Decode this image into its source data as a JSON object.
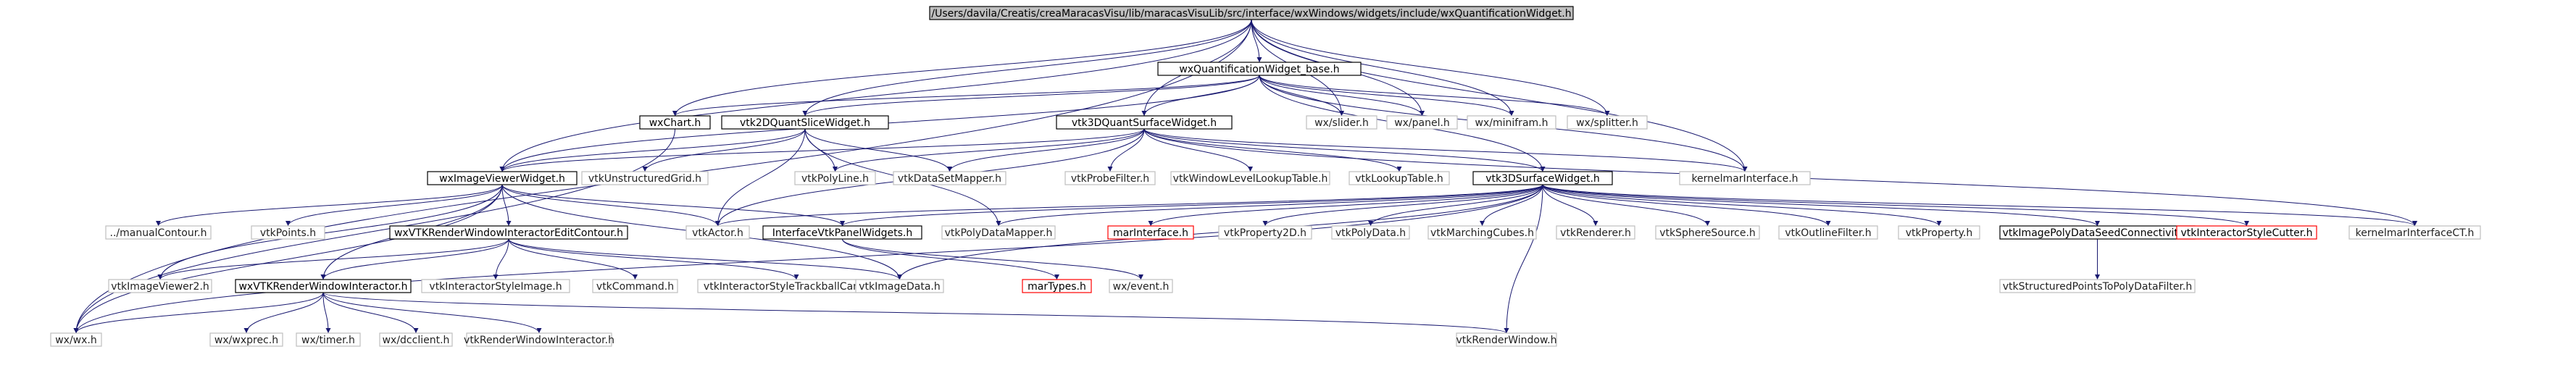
{
  "nodes": [
    {
      "id": "root",
      "label": "/Users/davila/Creatis/creaMaracasVisu/lib/maracasVisuLib/src/interface/wxWindows/widgets/include/wxQuantificationWidget.h",
      "style": "root"
    },
    {
      "id": "base",
      "label": "wxQuantificationWidget_base.h",
      "style": "black"
    },
    {
      "id": "wxchart",
      "label": "wxChart.h",
      "style": "black"
    },
    {
      "id": "slider",
      "label": "wx/slider.h",
      "style": "grey"
    },
    {
      "id": "panel",
      "label": "wx/panel.h",
      "style": "grey"
    },
    {
      "id": "miniframe",
      "label": "wx/minifram.h",
      "style": "grey"
    },
    {
      "id": "splitter",
      "label": "wx/splitter.h",
      "style": "grey"
    },
    {
      "id": "slice",
      "label": "vtk2DQuantSliceWidget.h",
      "style": "black"
    },
    {
      "id": "surface",
      "label": "vtk3DQuantSurfaceWidget.h",
      "style": "black"
    },
    {
      "id": "kernelmar",
      "label": "kernelmarInterface.h",
      "style": "grey"
    },
    {
      "id": "viewer",
      "label": "wxImageViewerWidget.h",
      "style": "black"
    },
    {
      "id": "ugrid",
      "label": "vtkUnstructuredGrid.h",
      "style": "grey"
    },
    {
      "id": "polyline",
      "label": "vtkPolyLine.h",
      "style": "grey"
    },
    {
      "id": "dsmapper",
      "label": "vtkDataSetMapper.h",
      "style": "grey"
    },
    {
      "id": "probe",
      "label": "vtkProbeFilter.h",
      "style": "grey"
    },
    {
      "id": "wllut",
      "label": "vtkWindowLevelLookupTable.h",
      "style": "grey"
    },
    {
      "id": "lut",
      "label": "vtkLookupTable.h",
      "style": "grey"
    },
    {
      "id": "surf3d",
      "label": "vtk3DSurfaceWidget.h",
      "style": "black"
    },
    {
      "id": "manual",
      "label": "../manualContour.h",
      "style": "grey"
    },
    {
      "id": "points",
      "label": "vtkPoints.h",
      "style": "grey"
    },
    {
      "id": "editcontour",
      "label": "wxVTKRenderWindowInteractorEditContour.h",
      "style": "black"
    },
    {
      "id": "actor",
      "label": "vtkActor.h",
      "style": "grey"
    },
    {
      "id": "ivpw",
      "label": "InterfaceVtkPanelWidgets.h",
      "style": "black"
    },
    {
      "id": "pdmapper",
      "label": "vtkPolyDataMapper.h",
      "style": "grey"
    },
    {
      "id": "marinterface",
      "label": "marInterface.h",
      "style": "red"
    },
    {
      "id": "prop2d",
      "label": "vtkProperty2D.h",
      "style": "grey"
    },
    {
      "id": "polydata",
      "label": "vtkPolyData.h",
      "style": "grey"
    },
    {
      "id": "mcubes",
      "label": "vtkMarchingCubes.h",
      "style": "grey"
    },
    {
      "id": "renderer",
      "label": "vtkRenderer.h",
      "style": "grey"
    },
    {
      "id": "sphere",
      "label": "vtkSphereSource.h",
      "style": "grey"
    },
    {
      "id": "outline",
      "label": "vtkOutlineFilter.h",
      "style": "grey"
    },
    {
      "id": "property",
      "label": "vtkProperty.h",
      "style": "grey"
    },
    {
      "id": "seedconn",
      "label": "vtkImagePolyDataSeedConnectivity.h",
      "style": "black"
    },
    {
      "id": "cutter",
      "label": "vtkInteractorStyleCutter.h",
      "style": "red"
    },
    {
      "id": "kernelct",
      "label": "kernelmarInterfaceCT.h",
      "style": "grey"
    },
    {
      "id": "iviewer2",
      "label": "vtkImageViewer2.h",
      "style": "grey"
    },
    {
      "id": "rwi",
      "label": "wxVTKRenderWindowInteractor.h",
      "style": "black"
    },
    {
      "id": "isimage",
      "label": "vtkInteractorStyleImage.h",
      "style": "grey"
    },
    {
      "id": "command",
      "label": "vtkCommand.h",
      "style": "grey"
    },
    {
      "id": "trackball",
      "label": "vtkInteractorStyleTrackballCamera.h",
      "style": "grey"
    },
    {
      "id": "imagedata",
      "label": "vtkImageData.h",
      "style": "grey"
    },
    {
      "id": "martypes",
      "label": "marTypes.h",
      "style": "red"
    },
    {
      "id": "event",
      "label": "wx/event.h",
      "style": "grey"
    },
    {
      "id": "sp2pd",
      "label": "vtkStructuredPointsToPolyDataFilter.h",
      "style": "grey"
    },
    {
      "id": "wxwx",
      "label": "wx/wx.h",
      "style": "grey"
    },
    {
      "id": "wxprec",
      "label": "wx/wxprec.h",
      "style": "grey"
    },
    {
      "id": "timer",
      "label": "wx/timer.h",
      "style": "grey"
    },
    {
      "id": "dcclient",
      "label": "wx/dcclient.h",
      "style": "grey"
    },
    {
      "id": "rwinteractor",
      "label": "vtkRenderWindowInteractor.h",
      "style": "grey"
    },
    {
      "id": "rwindow",
      "label": "vtkRenderWindow.h",
      "style": "grey"
    }
  ],
  "edges": [
    [
      "root",
      "base"
    ],
    [
      "root",
      "wxchart"
    ],
    [
      "root",
      "slider"
    ],
    [
      "root",
      "panel"
    ],
    [
      "root",
      "miniframe"
    ],
    [
      "root",
      "splitter"
    ],
    [
      "root",
      "slice"
    ],
    [
      "root",
      "surface"
    ],
    [
      "root",
      "kernelmar"
    ],
    [
      "root",
      "viewer"
    ],
    [
      "root",
      "wxwx"
    ],
    [
      "base",
      "wxchart"
    ],
    [
      "base",
      "slider"
    ],
    [
      "base",
      "panel"
    ],
    [
      "base",
      "miniframe"
    ],
    [
      "base",
      "splitter"
    ],
    [
      "base",
      "slice"
    ],
    [
      "base",
      "surface"
    ],
    [
      "base",
      "kernelmar"
    ],
    [
      "base",
      "viewer"
    ],
    [
      "base",
      "surf3d"
    ],
    [
      "wxchart",
      "wxwx"
    ],
    [
      "slice",
      "viewer"
    ],
    [
      "slice",
      "ugrid"
    ],
    [
      "slice",
      "polyline"
    ],
    [
      "slice",
      "dsmapper"
    ],
    [
      "slice",
      "actor"
    ],
    [
      "slice",
      "pdmapper"
    ],
    [
      "surface",
      "viewer"
    ],
    [
      "surface",
      "polyline"
    ],
    [
      "surface",
      "dsmapper"
    ],
    [
      "surface",
      "probe"
    ],
    [
      "surface",
      "wllut"
    ],
    [
      "surface",
      "lut"
    ],
    [
      "surface",
      "surf3d"
    ],
    [
      "surface",
      "kernelmar"
    ],
    [
      "surface",
      "kernelct"
    ],
    [
      "surface",
      "actor"
    ],
    [
      "viewer",
      "manual"
    ],
    [
      "viewer",
      "points"
    ],
    [
      "viewer",
      "editcontour"
    ],
    [
      "viewer",
      "actor"
    ],
    [
      "viewer",
      "ivpw"
    ],
    [
      "viewer",
      "iviewer2"
    ],
    [
      "viewer",
      "rwi"
    ],
    [
      "viewer",
      "imagedata"
    ],
    [
      "viewer",
      "wxwx"
    ],
    [
      "surf3d",
      "actor"
    ],
    [
      "surf3d",
      "ivpw"
    ],
    [
      "surf3d",
      "pdmapper"
    ],
    [
      "surf3d",
      "marinterface"
    ],
    [
      "surf3d",
      "prop2d"
    ],
    [
      "surf3d",
      "polydata"
    ],
    [
      "surf3d",
      "mcubes"
    ],
    [
      "surf3d",
      "renderer"
    ],
    [
      "surf3d",
      "sphere"
    ],
    [
      "surf3d",
      "outline"
    ],
    [
      "surf3d",
      "property"
    ],
    [
      "surf3d",
      "seedconn"
    ],
    [
      "surf3d",
      "cutter"
    ],
    [
      "surf3d",
      "kernelct"
    ],
    [
      "surf3d",
      "imagedata"
    ],
    [
      "surf3d",
      "wxwx"
    ],
    [
      "surf3d",
      "rwindow"
    ],
    [
      "editcontour",
      "iviewer2"
    ],
    [
      "editcontour",
      "rwi"
    ],
    [
      "editcontour",
      "isimage"
    ],
    [
      "editcontour",
      "command"
    ],
    [
      "editcontour",
      "trackball"
    ],
    [
      "editcontour",
      "imagedata"
    ],
    [
      "ivpw",
      "martypes"
    ],
    [
      "ivpw",
      "event"
    ],
    [
      "seedconn",
      "sp2pd"
    ],
    [
      "rwi",
      "wxwx"
    ],
    [
      "rwi",
      "wxprec"
    ],
    [
      "rwi",
      "timer"
    ],
    [
      "rwi",
      "dcclient"
    ],
    [
      "rwi",
      "rwinteractor"
    ],
    [
      "rwi",
      "rwindow"
    ]
  ],
  "colors": {
    "root_fill": "#bfbfbf",
    "black_border": "#000000",
    "grey_border": "#bfbfbf",
    "red_border": "#ff0000",
    "edge": "#191970"
  }
}
